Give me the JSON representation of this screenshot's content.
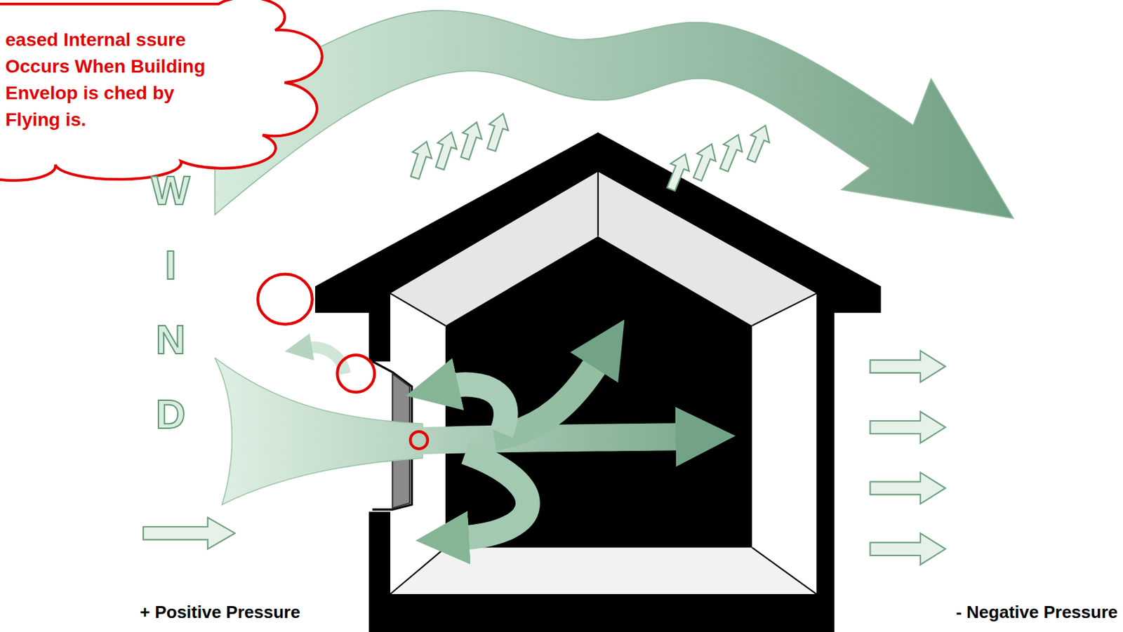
{
  "diagram": {
    "nodes": [
      {
        "text": [
          "eased Internal ssure Occurs When Building Envelop is ched by Flying is."
        ]
      }
    ],
    "labels": [
      "W I N D",
      "+ Positive Pressure",
      "- Negative Pressure"
    ]
  }
}
